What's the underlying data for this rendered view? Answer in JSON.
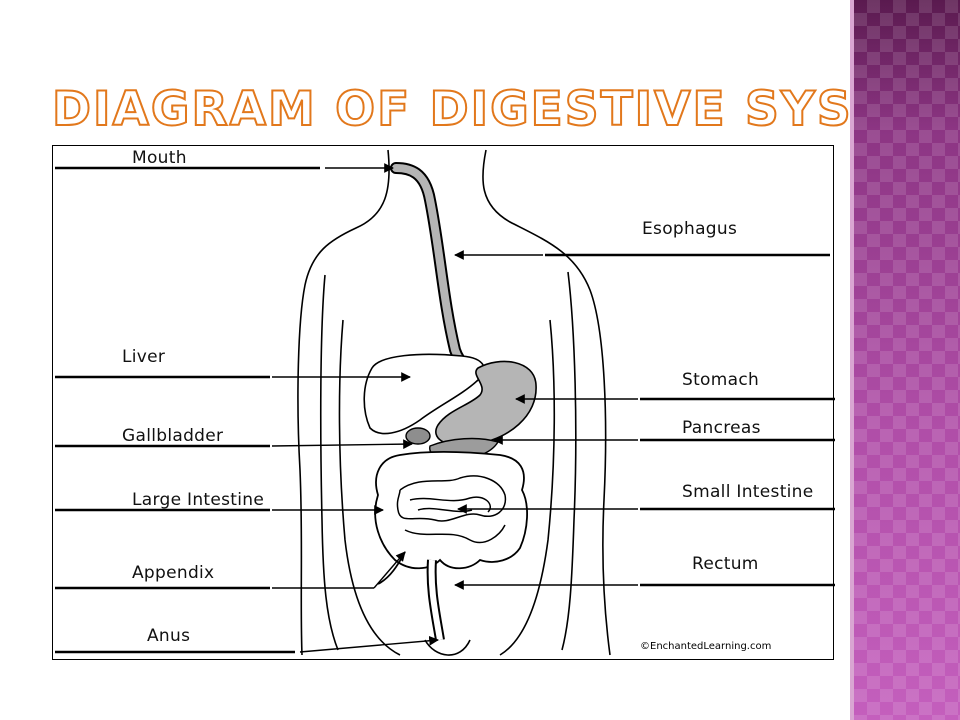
{
  "title": "Diagram of Digestive System:",
  "labels": {
    "mouth": "Mouth",
    "esophagus": "Esophagus",
    "liver": "Liver",
    "stomach": "Stomach",
    "gallbladder": "Gallbladder",
    "pancreas": "Pancreas",
    "large_intestine": "Large Intestine",
    "small_intestine": "Small Intestine",
    "appendix": "Appendix",
    "rectum": "Rectum",
    "anus": "Anus"
  },
  "credit": "©EnchantedLearning.com",
  "colors": {
    "title_outline": "#e2781c",
    "side_panel": "#9a3f8e",
    "organ_gray": "#b5b5b5"
  }
}
